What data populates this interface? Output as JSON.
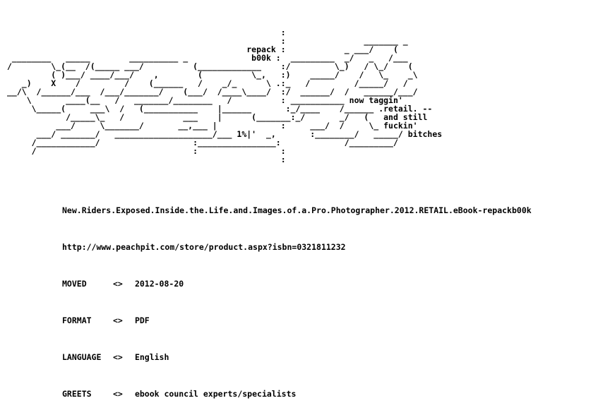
{
  "ascii_art": "                                                        :\n                                                        :                _______ _\n                                                 repack :            _ ___/    (\n ________   _____        __________ _             b00k :  _________  _/   _   /___\n/        \\_(__  /(_____ ___/          (_____________    :/         \\_)   / \\_/    (\n         ( )___/ ____/___/    ,        (          \\_,   :)    _____/    /   \\_    _\\\n   _)    X    /         /    (______   /    _/_      \\ .:_   /         /_____/   /\n__/\\  /______/___  /___/_______/    (___/  /____\\____/  :/  ______/  /   ______/___/\n    \\       ____(__   /   _______/________   /          : ___________ now taggin'\n     \\_____(     ___\\  /   (___________    |______       :_/____    /______ .retail. --\n            /_____\\_   /            ___    |      (_______:_/       _/   (   and still\n          ___/     \\_______/       __,___ |             :     ___/  /     \\_ fuckin'\n      ___/ _______/   ____________________/___ 1%|'  _,       :________/   _____/ bitches\n     /____________/                   :________________:             /_________/\n     /                                :                 :\n                                                        :",
  "release": {
    "title": "New.Riders.Exposed.Inside.the.Life.and.Images.of.a.Pro.Photographer.2012.RETAIL.eBook-repackb00k",
    "url": "http://www.peachpit.com/store/product.aspx?isbn=0321811232",
    "fields": [
      {
        "key": "MOVED",
        "sep": "<>",
        "value": "2012-08-20"
      },
      {
        "key": "FORMAT",
        "sep": "<>",
        "value": "PDF"
      },
      {
        "key": "LANGUAGE",
        "sep": "<>",
        "value": "English"
      },
      {
        "key": "GREETS",
        "sep": "<>",
        "value": "ebook council experts/specialists"
      }
    ]
  }
}
